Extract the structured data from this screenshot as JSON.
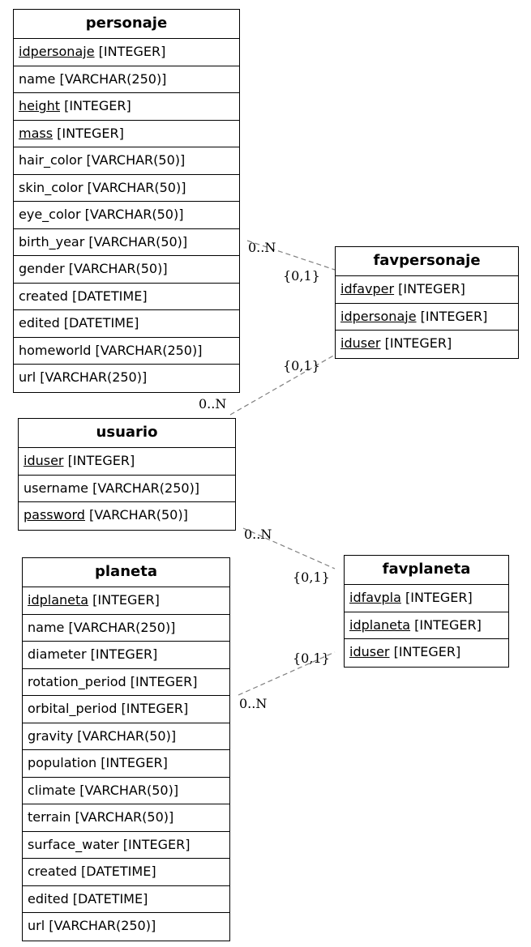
{
  "entities": {
    "personaje": {
      "name": "personaje",
      "attributes": [
        {
          "key": "idpersonaje",
          "type": " [INTEGER]"
        },
        {
          "key": "name",
          "type": " [VARCHAR(250)]"
        },
        {
          "key": "height",
          "type": " [INTEGER]"
        },
        {
          "key": "mass",
          "type": " [INTEGER]"
        },
        {
          "key": "hair_color",
          "type": " [VARCHAR(50)]"
        },
        {
          "key": "skin_color",
          "type": " [VARCHAR(50)]"
        },
        {
          "key": "eye_color",
          "type": " [VARCHAR(50)]"
        },
        {
          "key": "birth_year",
          "type": " [VARCHAR(50)]"
        },
        {
          "key": "gender",
          "type": " [VARCHAR(50)]"
        },
        {
          "key": "created",
          "type": " [DATETIME]"
        },
        {
          "key": "edited",
          "type": " [DATETIME]"
        },
        {
          "key": "homeworld",
          "type": " [VARCHAR(250)]"
        },
        {
          "key": "url",
          "type": " [VARCHAR(250)]"
        }
      ]
    },
    "favpersonaje": {
      "name": "favpersonaje",
      "attributes": [
        {
          "key": "idfavper",
          "type": " [INTEGER]"
        },
        {
          "key": "idpersonaje",
          "type": " [INTEGER]"
        },
        {
          "key": "iduser",
          "type": " [INTEGER]"
        }
      ]
    },
    "usuario": {
      "name": "usuario",
      "attributes": [
        {
          "key": "iduser",
          "type": " [INTEGER]"
        },
        {
          "key": "username",
          "type": " [VARCHAR(250)]"
        },
        {
          "key": "password",
          "type": " [VARCHAR(50)]"
        }
      ]
    },
    "planeta": {
      "name": "planeta",
      "attributes": [
        {
          "key": "idplaneta",
          "type": " [INTEGER]"
        },
        {
          "key": "name",
          "type": " [VARCHAR(250)]"
        },
        {
          "key": "diameter",
          "type": " [INTEGER]"
        },
        {
          "key": "rotation_period",
          "type": " [INTEGER]"
        },
        {
          "key": "orbital_period",
          "type": " [INTEGER]"
        },
        {
          "key": "gravity",
          "type": " [VARCHAR(50)]"
        },
        {
          "key": "population",
          "type": " [INTEGER]"
        },
        {
          "key": "climate",
          "type": " [VARCHAR(50)]"
        },
        {
          "key": "terrain",
          "type": " [VARCHAR(50)]"
        },
        {
          "key": "surface_water",
          "type": " [INTEGER]"
        },
        {
          "key": "created",
          "type": " [DATETIME]"
        },
        {
          "key": "edited",
          "type": " [DATETIME]"
        },
        {
          "key": "url",
          "type": " [VARCHAR(250)]"
        }
      ]
    },
    "favplaneta": {
      "name": "favplaneta",
      "attributes": [
        {
          "key": "idfavpla",
          "type": " [INTEGER]"
        },
        {
          "key": "idplaneta",
          "type": " [INTEGER]"
        },
        {
          "key": "iduser",
          "type": " [INTEGER]"
        }
      ]
    }
  },
  "primary_keys": [
    "idpersonaje",
    "height",
    "mass",
    "idfavper",
    "iduser",
    "password",
    "idplaneta",
    "idfavpla"
  ],
  "relationships": [
    {
      "from": "personaje",
      "to": "favpersonaje",
      "from_card": "0..N",
      "to_card": "{0,1}"
    },
    {
      "from": "usuario",
      "to": "favpersonaje",
      "from_card": "0..N",
      "to_card": "{0,1}"
    },
    {
      "from": "usuario",
      "to": "favplaneta",
      "from_card": "0..N",
      "to_card": "{0,1}"
    },
    {
      "from": "planeta",
      "to": "favplaneta",
      "from_card": "0..N",
      "to_card": "{0,1}"
    }
  ]
}
